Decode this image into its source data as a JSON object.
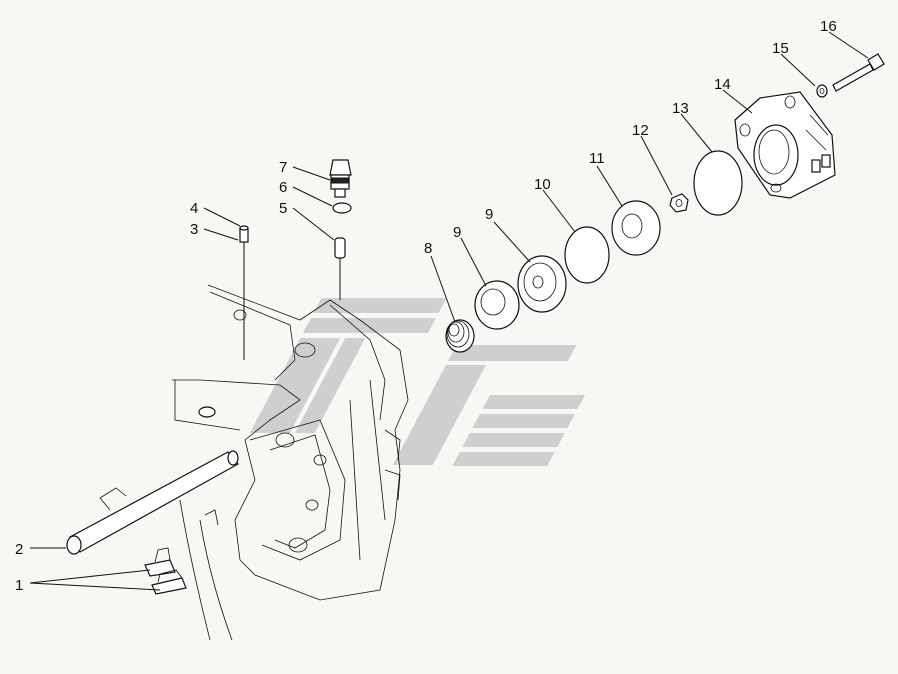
{
  "diagram": {
    "watermark_color": "#c9c9c9",
    "callouts": [
      {
        "id": "c1",
        "text": "1"
      },
      {
        "id": "c2",
        "text": "2"
      },
      {
        "id": "c3",
        "text": "3"
      },
      {
        "id": "c4",
        "text": "4"
      },
      {
        "id": "c5",
        "text": "5"
      },
      {
        "id": "c6",
        "text": "6"
      },
      {
        "id": "c7",
        "text": "7"
      },
      {
        "id": "c8",
        "text": "8"
      },
      {
        "id": "c9a",
        "text": "9"
      },
      {
        "id": "c9b",
        "text": "9"
      },
      {
        "id": "c10",
        "text": "10"
      },
      {
        "id": "c11",
        "text": "11"
      },
      {
        "id": "c12",
        "text": "12"
      },
      {
        "id": "c13",
        "text": "13"
      },
      {
        "id": "c14",
        "text": "14"
      },
      {
        "id": "c15",
        "text": "15"
      },
      {
        "id": "c16",
        "text": "16"
      }
    ]
  }
}
